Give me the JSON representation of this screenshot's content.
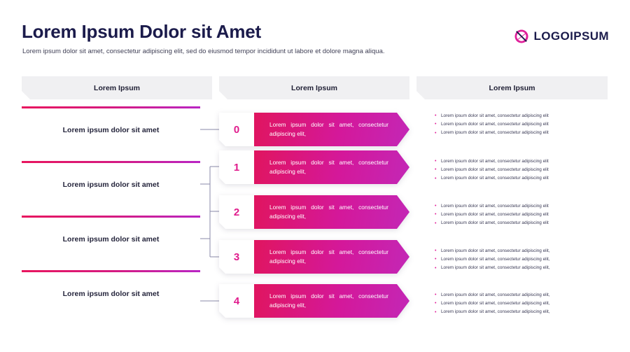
{
  "header": {
    "title": "Lorem Ipsum Dolor sit Amet",
    "subtitle": "Lorem ipsum dolor sit amet, consectetur adipiscing elit, sed do eiusmod tempor incididunt ut labore et dolore magna aliqua.",
    "logo_text": "LOGOIPSUM",
    "logo_icon": "logoipsum-swirl-icon"
  },
  "colors": {
    "title": "#1b1b4b",
    "accent_pink": "#e8165e",
    "accent_magenta": "#d61a7f",
    "accent_purple": "#b925c4",
    "number": "#e01b8c",
    "header_card_bg": "#f0f0f2",
    "connector": "#8a8aa8"
  },
  "columns": {
    "headers": [
      {
        "label": "Lorem Ipsum"
      },
      {
        "label": "Lorem Ipsum"
      },
      {
        "label": "Lorem Ipsum"
      }
    ]
  },
  "left_cards": [
    {
      "label": "Lorem ipsum dolor sit amet"
    },
    {
      "label": "Lorem ipsum dolor sit amet"
    },
    {
      "label": "Lorem ipsum dolor sit amet"
    },
    {
      "label": "Lorem ipsum dolor sit amet"
    }
  ],
  "steps": [
    {
      "number": "0",
      "text": "Lorem ipsum dolor sit amet, consectetur adipiscing elit,",
      "bullets": [
        "Lorem ipsum dolor sit amet, consectetur adipiscing elit",
        "Lorem ipsum dolor sit amet, consectetur adipiscing elit",
        "Lorem ipsum dolor sit amet, consectetur adipiscing elit"
      ]
    },
    {
      "number": "1",
      "text": "Lorem ipsum dolor sit amet, consectetur adipiscing elit,",
      "bullets": [
        "Lorem ipsum dolor sit amet, consectetur adipiscing elit",
        "Lorem ipsum dolor sit amet, consectetur adipiscing elit",
        "Lorem ipsum dolor sit amet, consectetur adipiscing elit"
      ]
    },
    {
      "number": "2",
      "text": "Lorem ipsum dolor sit amet, consectetur adipiscing elit,",
      "bullets": [
        "Lorem ipsum dolor sit amet, consectetur adipiscing elit",
        "Lorem ipsum dolor sit amet, consectetur adipiscing elit",
        "Lorem ipsum dolor sit amet, consectetur adipiscing elit"
      ]
    },
    {
      "number": "3",
      "text": "Lorem ipsum dolor sit amet, consectetur adipiscing elit,",
      "bullets": [
        "Lorem ipsum dolor sit amet, consectetur adipiscing elit,",
        "Lorem ipsum dolor sit amet, consectetur adipiscing elit,",
        "Lorem ipsum dolor sit amet, consectetur adipiscing elit,"
      ]
    },
    {
      "number": "4",
      "text": "Lorem ipsum dolor sit amet, consectetur adipiscing elit,",
      "bullets": [
        "Lorem ipsum dolor sit amet, consectetur adipiscing elit,",
        "Lorem ipsum dolor sit amet, consectetur adipiscing elit,",
        "Lorem ipsum dolor sit amet, consectetur adipiscing elit,"
      ]
    }
  ]
}
